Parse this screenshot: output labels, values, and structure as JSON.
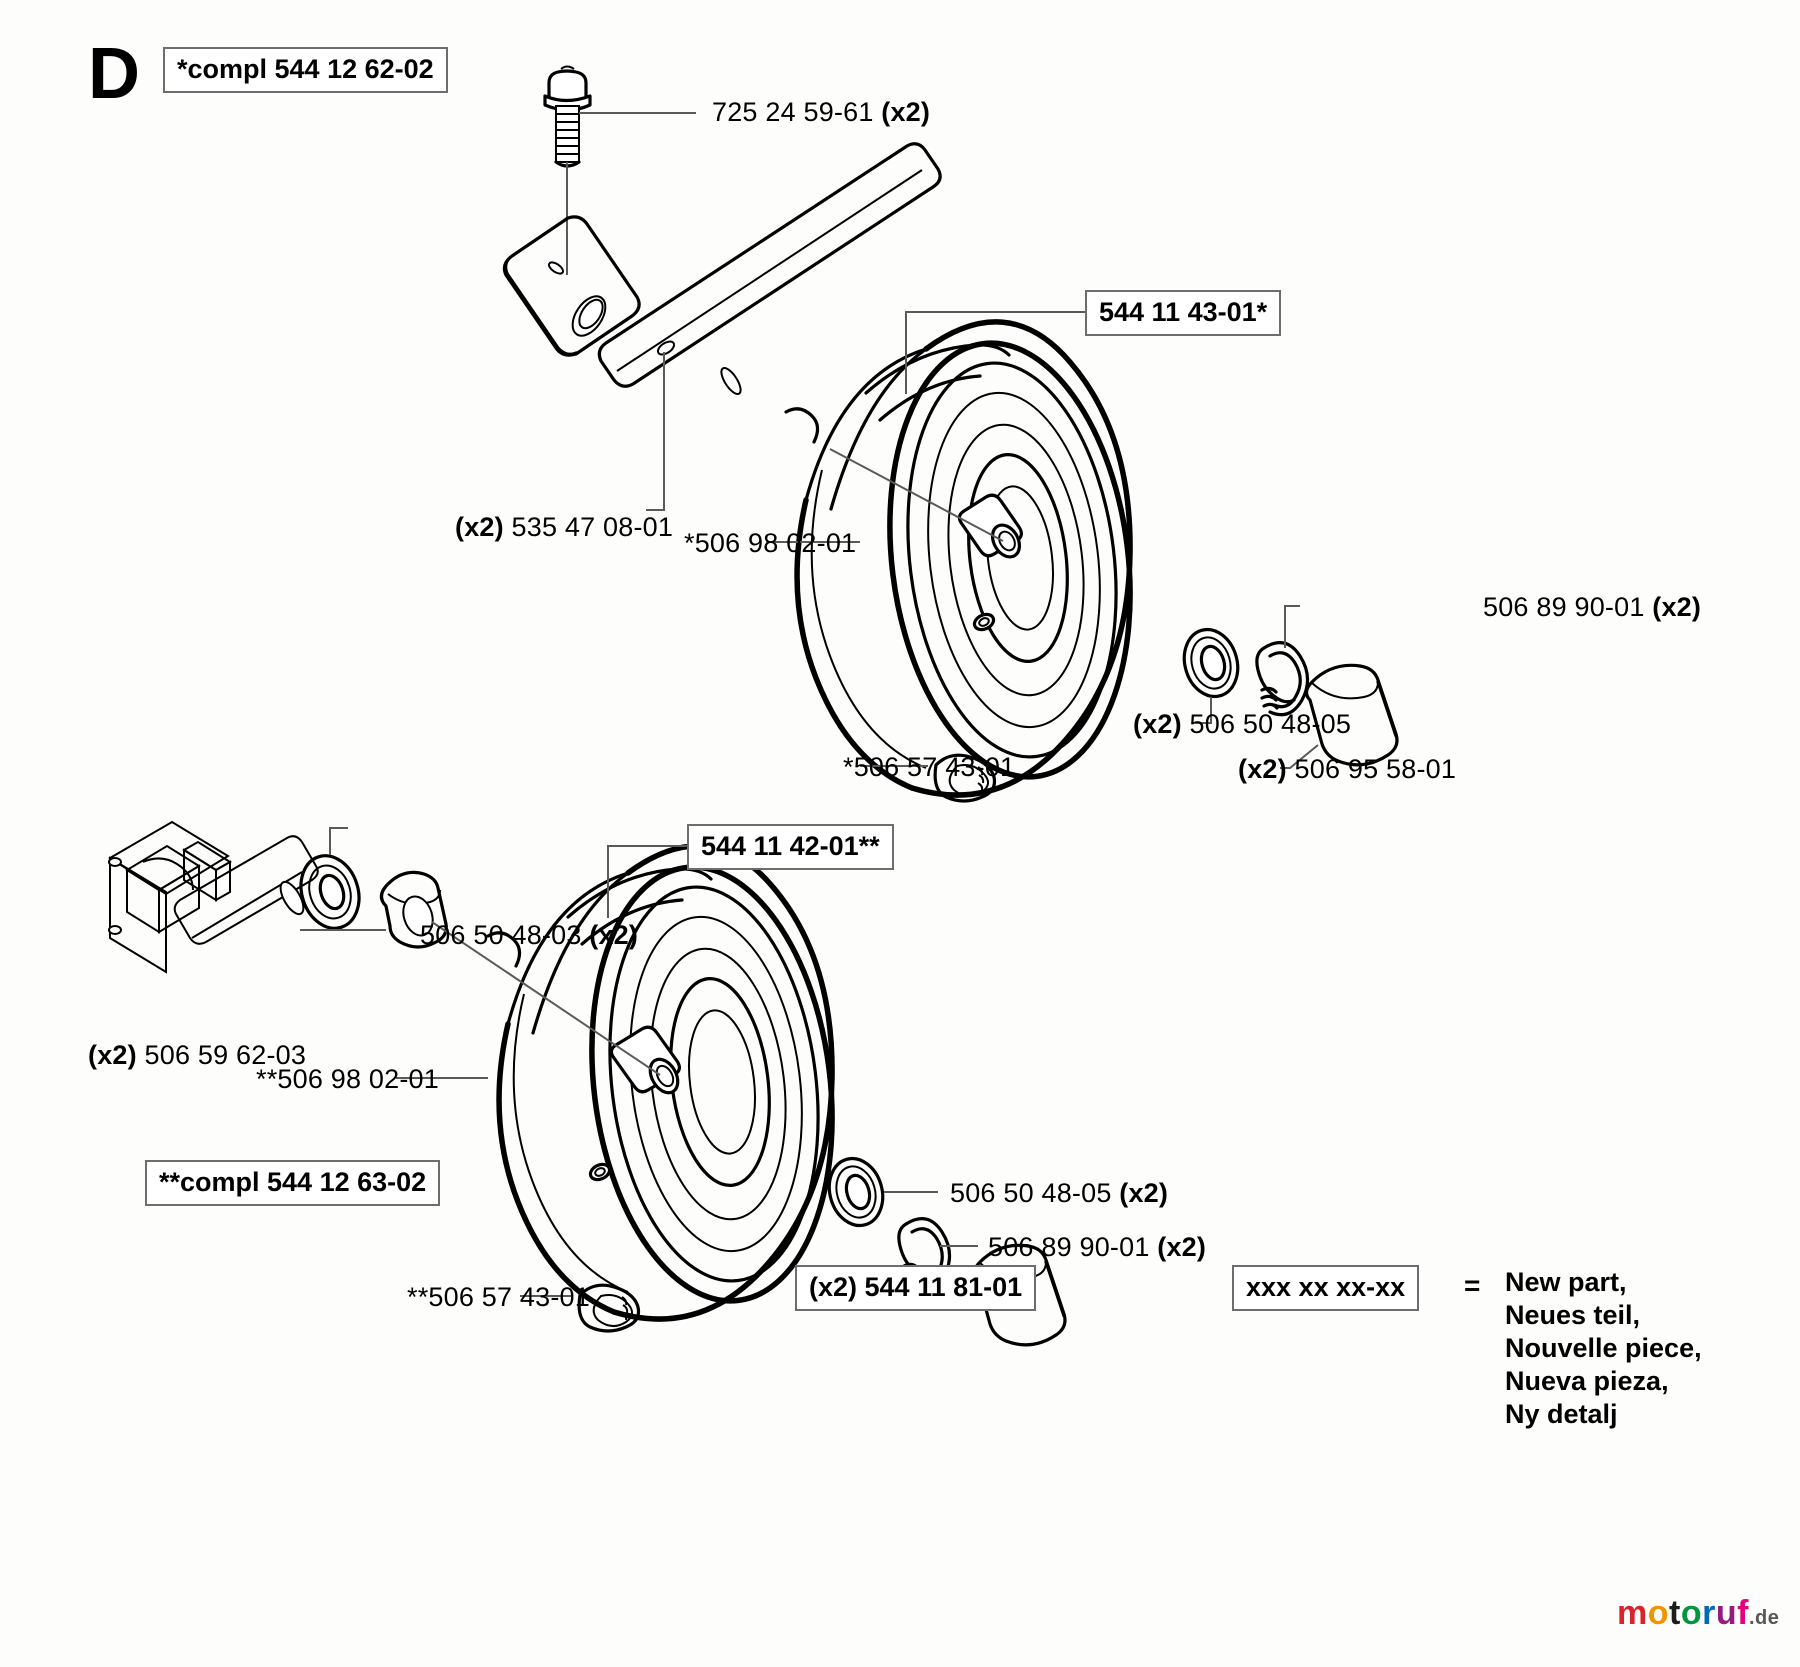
{
  "section": {
    "letter": "D"
  },
  "boxes": {
    "compl_upper": "*compl 544 12 62-02",
    "wheel_upper": "544 11 43-01*",
    "wheel_lower": "544 11 42-01**",
    "compl_lower": "**compl 544 12 63-02",
    "hubcap_lower": "(x2) 544 11 81-01",
    "legend_code": "xxx xx xx-xx"
  },
  "labels": {
    "bolt": {
      "part": "725 24 59-61",
      "qty": "(x2)"
    },
    "spacer_upper": {
      "qty": "(x2) ",
      "part": "535 47 08-01"
    },
    "tyre_upper": {
      "part": "*506 98 02-01"
    },
    "washer_upper": {
      "qty": "(x2) ",
      "part": "506 50 48-05"
    },
    "clip_upper": {
      "part": "506 89 90-01",
      "qty": "(x2)"
    },
    "hubcap_upper": {
      "qty": "(x2) ",
      "part": "506 95 58-01"
    },
    "grease_upper": {
      "part": "*506 57 43-01"
    },
    "bearing_lower": {
      "part": "506 50 48-03",
      "qty": "(x2)"
    },
    "bush_lower": {
      "qty": "(x2) ",
      "part": "506 59 62-03"
    },
    "tyre_lower": {
      "part": "**506 98 02-01"
    },
    "washer_lower": {
      "part": "506 50 48-05",
      "qty": "(x2)"
    },
    "clip_lower": {
      "part": "506 89 90-01",
      "qty": "(x2)"
    },
    "grease_lower": {
      "part": "**506 57 43-01"
    }
  },
  "legend": {
    "equals": "=",
    "lines": "New part,\nNeues teil,\nNouvelle piece,\nNueva pieza,\nNy detalj"
  },
  "watermark": {
    "m": "m",
    "o1": "o",
    "t": "t",
    "o2": "o",
    "r": "r",
    "u": "u",
    "f": "f",
    "de": ".de"
  },
  "colors": {
    "ink": "#000000",
    "leader": "#555555",
    "box_border": "#6d6d6d",
    "background": "#fdfefb"
  }
}
